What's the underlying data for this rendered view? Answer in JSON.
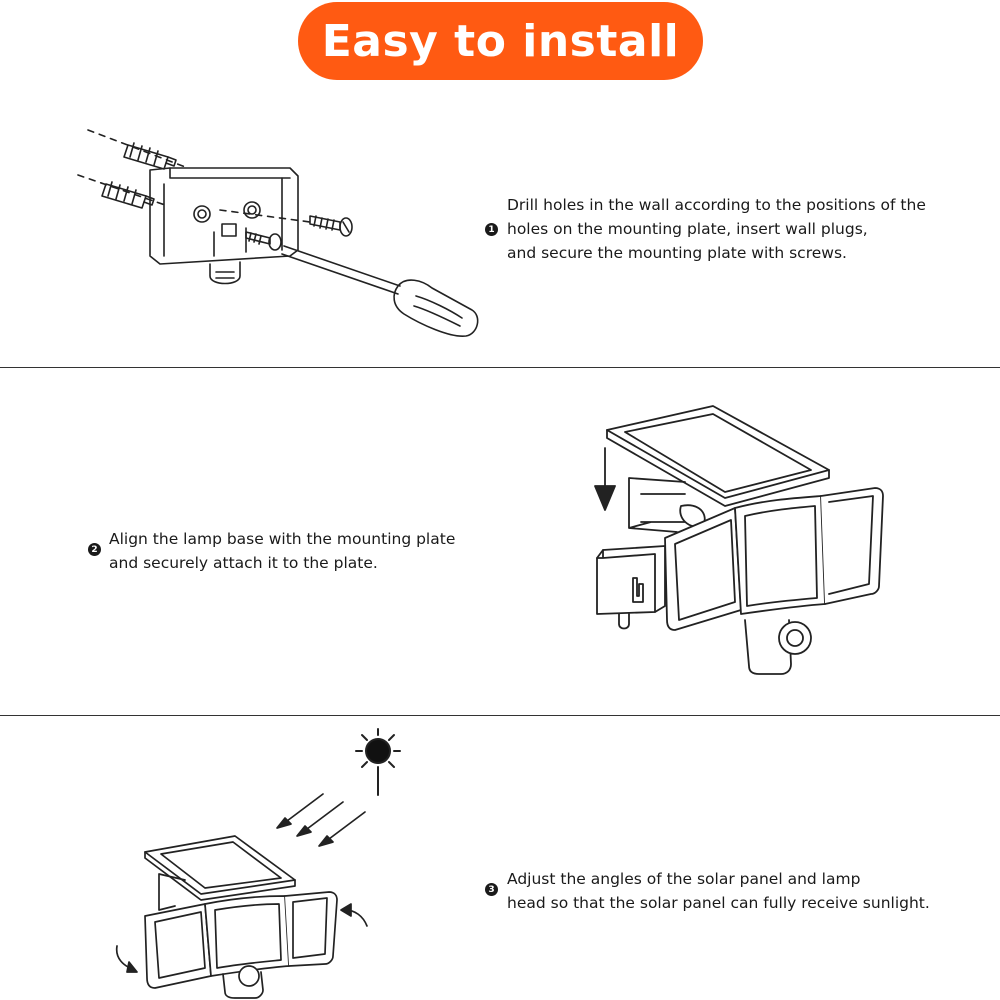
{
  "banner": {
    "title": "Easy to install",
    "color": "#ff5a12"
  },
  "steps": [
    {
      "number": "1",
      "lines": [
        "Drill holes in the wall according to the positions of the",
        "holes on the mounting plate, insert wall plugs,",
        "and secure the mounting plate with screws."
      ]
    },
    {
      "number": "2",
      "lines": [
        "Align the lamp base with the mounting plate",
        "and securely attach it to the plate."
      ]
    },
    {
      "number": "3",
      "lines": [
        "Adjust the angles of the solar panel and lamp",
        "head so that the solar panel can fully receive sunlight."
      ]
    }
  ],
  "icons": [
    "mounting-plate-illustration",
    "lamp-attach-illustration",
    "sun-icon",
    "solar-adjust-illustration"
  ]
}
